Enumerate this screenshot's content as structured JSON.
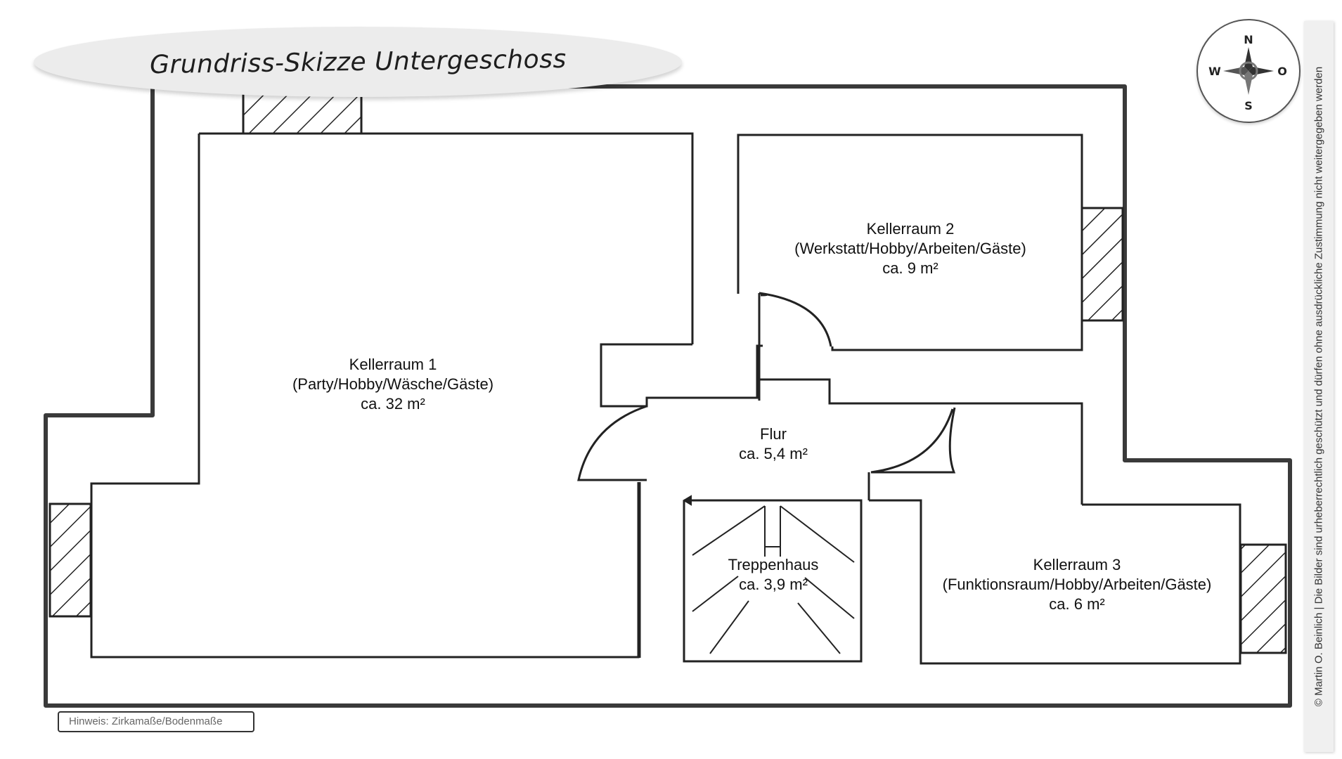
{
  "title": "Grundriss-Skizze Untergeschoss",
  "compass": {
    "north": "N",
    "south": "S",
    "west": "W",
    "east": "O"
  },
  "rooms": {
    "keller1": {
      "name": "Kellerraum 1",
      "use": "(Party/Hobby/Wäsche/Gäste)",
      "area": "ca. 32 m²"
    },
    "keller2": {
      "name": "Kellerraum 2",
      "use": "(Werkstatt/Hobby/Arbeiten/Gäste)",
      "area": "ca. 9 m²"
    },
    "keller3": {
      "name": "Kellerraum 3",
      "use": "(Funktionsraum/Hobby/Arbeiten/Gäste)",
      "area": "ca. 6 m²"
    },
    "flur": {
      "name": "Flur",
      "area": "ca. 5,4 m²"
    },
    "treppenhaus": {
      "name": "Treppenhaus",
      "area": "ca. 3,9 m²"
    }
  },
  "note": "Hinweis: Zirkamaße/Bodenmaße",
  "copyright": "© Martin O. Beinlich | Die Bilder sind urheberrechtlich geschützt und dürfen ohne ausdrückliche Zustimmung nicht weitergegeben werden",
  "colors": {
    "line": "#222222",
    "outer_wall": "#3a3a3a",
    "title_bg": "#ececec",
    "copyright_bg": "#f0f0f0"
  }
}
